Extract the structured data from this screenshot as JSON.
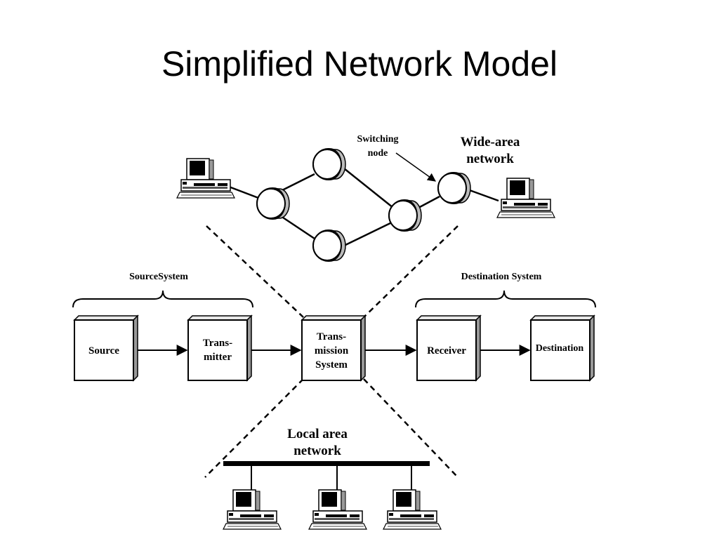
{
  "title": "Simplified Network Model",
  "wan": {
    "label_line1": "Wide-area",
    "label_line2": "network",
    "switch_label_line1": "Switching",
    "switch_label_line2": "node"
  },
  "source_system_label": "SourceSystem",
  "destination_system_label": "Destination System",
  "blocks": {
    "source": [
      "Source"
    ],
    "transmitter": [
      "Trans-",
      "mitter"
    ],
    "transmission": [
      "Trans-",
      "mission",
      "System"
    ],
    "receiver": [
      "Receiver"
    ],
    "destination": [
      "Destination"
    ]
  },
  "lan": {
    "label_line1": "Local area",
    "label_line2": "network"
  }
}
